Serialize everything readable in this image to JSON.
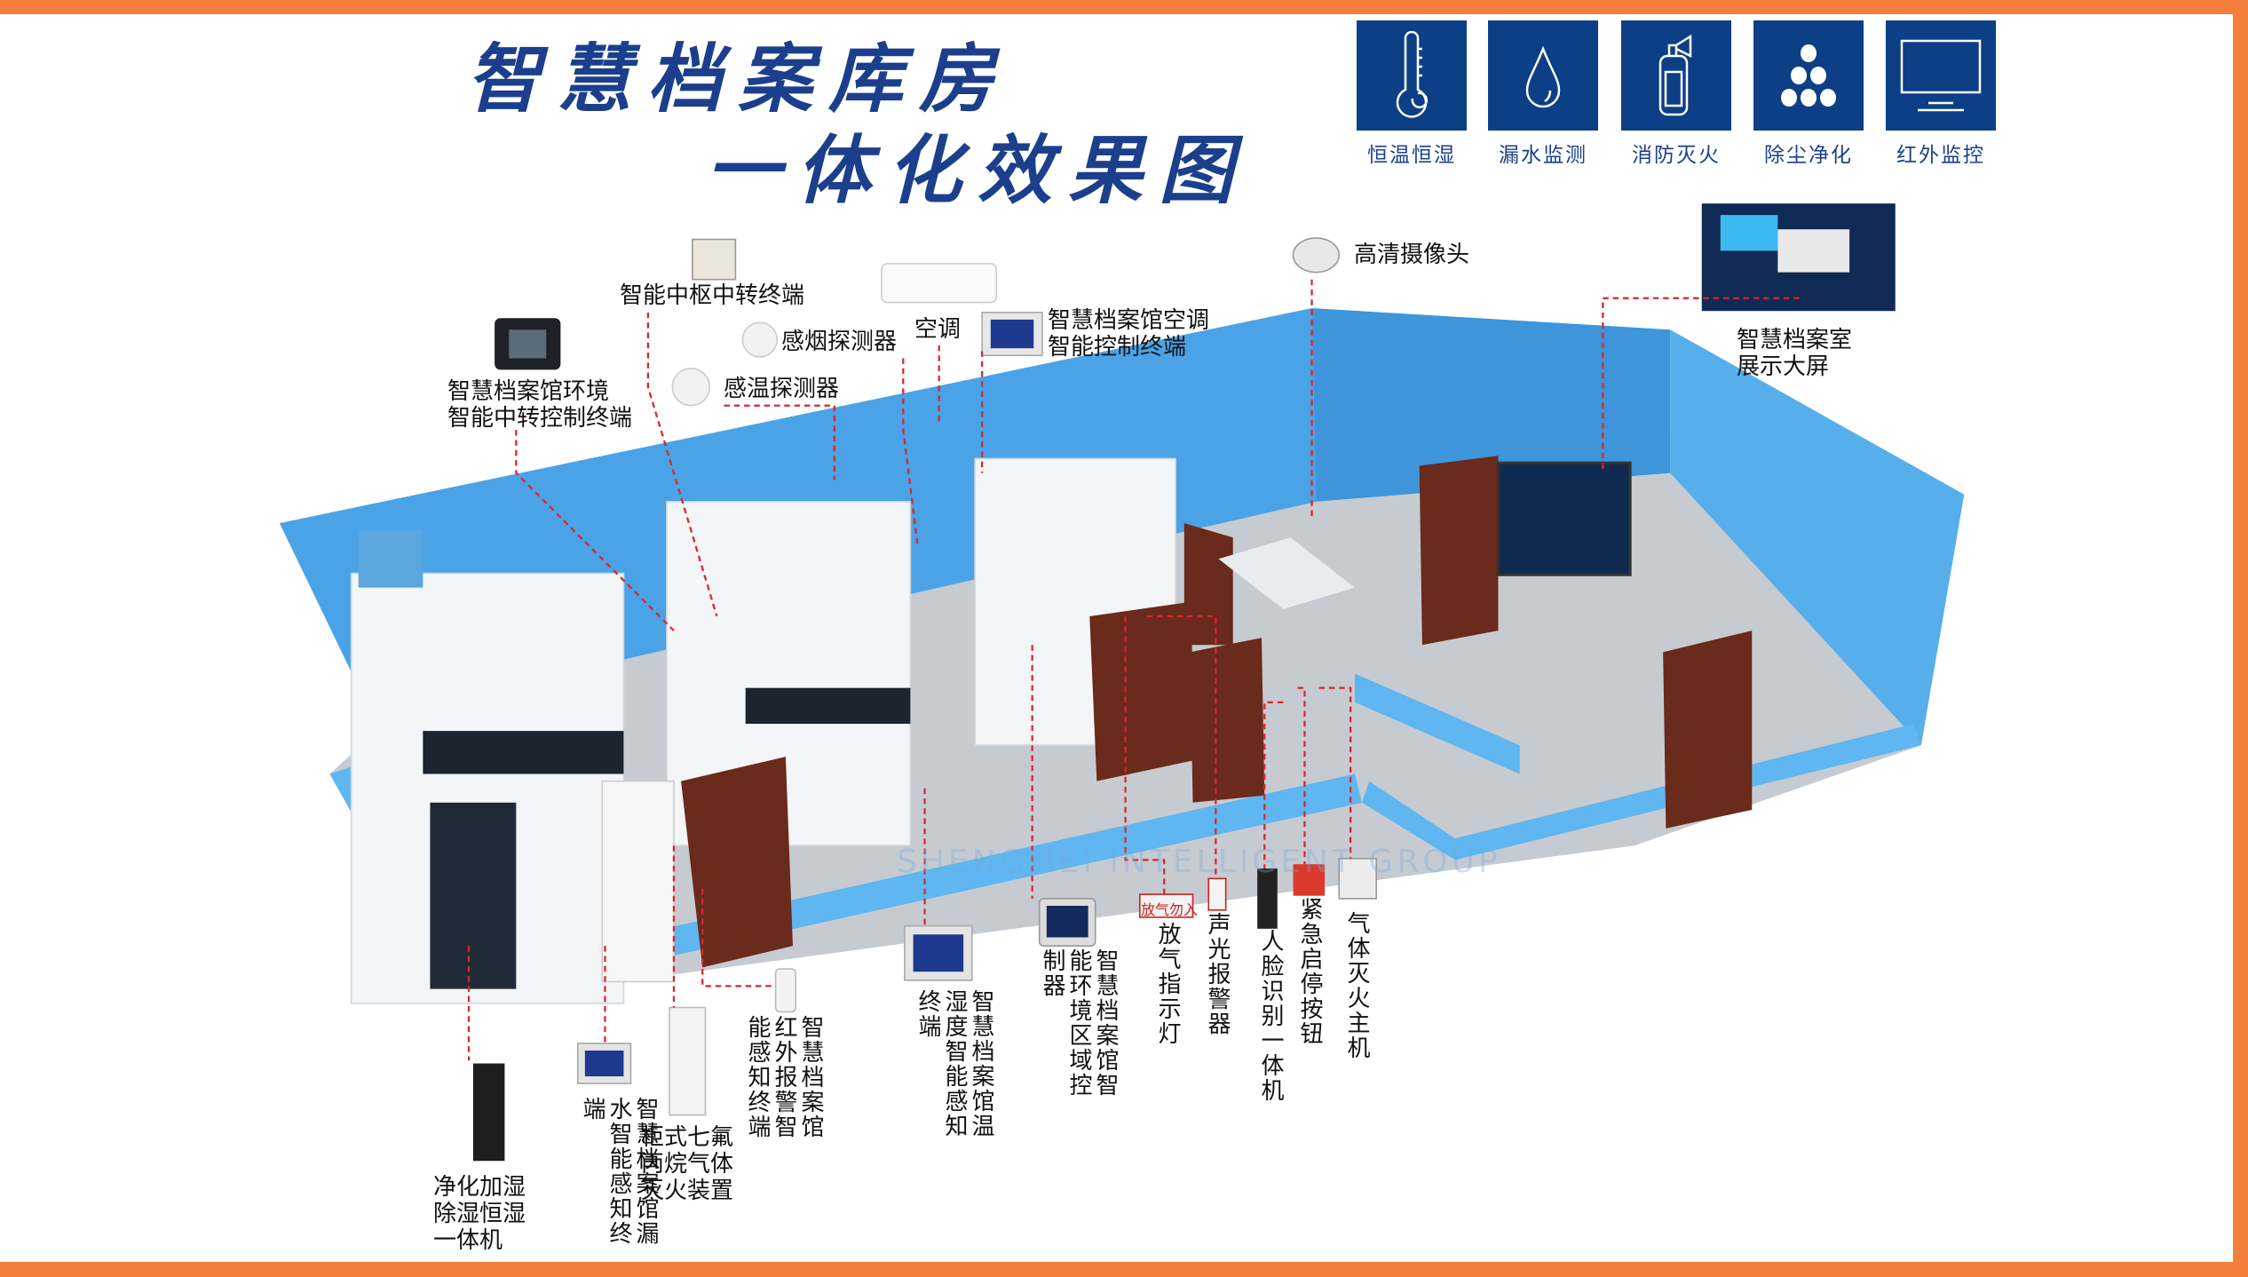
{
  "title": {
    "line1": "智慧档案库房",
    "line2": "一体化效果图"
  },
  "features": [
    {
      "label": "恒温恒湿",
      "icon": "thermometer-icon"
    },
    {
      "label": "漏水监测",
      "icon": "water-drop-icon"
    },
    {
      "label": "消防灭火",
      "icon": "fire-extinguisher-icon"
    },
    {
      "label": "除尘净化",
      "icon": "dust-particles-icon"
    },
    {
      "label": "红外监控",
      "icon": "monitor-icon"
    }
  ],
  "labels": {
    "hub_terminal": "智能中枢中转终端",
    "air_conditioner": "空调",
    "smoke_detector": "感烟探测器",
    "heat_detector": "感温探测器",
    "ac_control": [
      "智慧档案馆空调",
      "智能控制终端"
    ],
    "env_control": [
      "智慧档案馆环境",
      "智能中转控制终端"
    ],
    "camera": "高清摄像头",
    "display_screen": [
      "智慧档案室",
      "展示大屏"
    ],
    "purifier": [
      "净化加湿",
      "除湿恒湿",
      "一体机"
    ],
    "leak_sensor": "智慧档案馆漏水智能感知终端",
    "gas_extinguisher": [
      "柜式七氟",
      "丙烷气体",
      "灭火装置"
    ],
    "infrared_alarm": "智慧档案馆红外报警智能感知终端",
    "temp_humidity": "智慧档案馆温湿度智能感知终端",
    "area_controller": "智慧档案馆智能环境区域控制器",
    "release_light": "放气指示灯",
    "release_light_sign": "放气勿入",
    "sound_light_alarm": "声光报警器",
    "face_recognition": "人脸识别一体机",
    "emergency_button": "紧急启停按钮",
    "gas_host": "气体灭火主机"
  },
  "watermark": "SHENGMEI INTELLIGENT GROUP",
  "colors": {
    "border": "#f47e3c",
    "brand_blue": "#0d3f86",
    "wall": "#4aa3e6",
    "leader": "#d9262c"
  }
}
